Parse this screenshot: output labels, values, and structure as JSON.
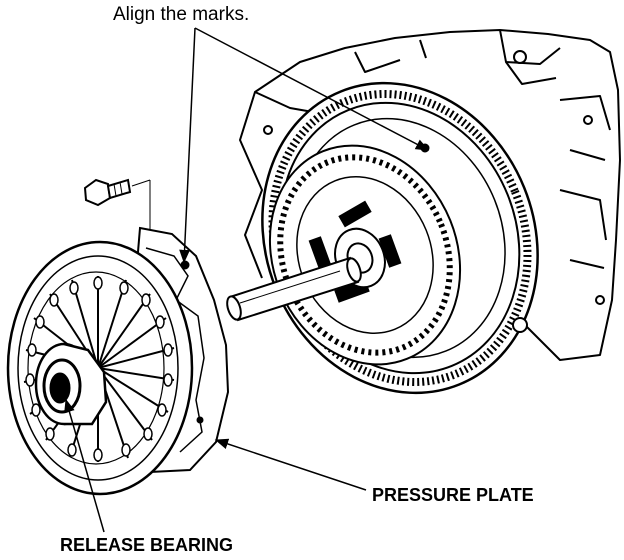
{
  "labels": {
    "align": "Align the marks.",
    "pressure_plate": "PRESSURE PLATE",
    "release_bearing": "RELEASE BEARING"
  },
  "colors": {
    "ink": "#000000",
    "paper": "#ffffff"
  },
  "components": [
    "engine-block-drawing",
    "flywheel-drawing",
    "clutch-disc-drawing",
    "alignment-tool-drawing",
    "pressure-plate-drawing",
    "release-bearing-drawing",
    "bolt-drawing"
  ]
}
